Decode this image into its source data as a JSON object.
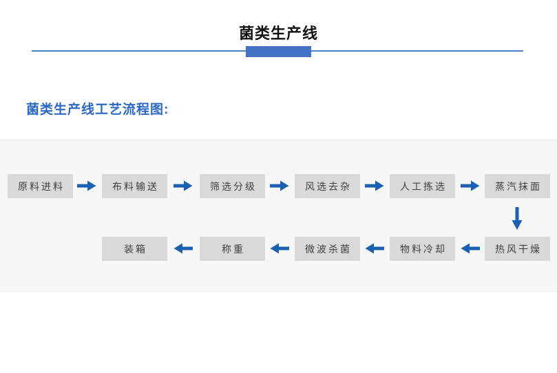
{
  "page": {
    "title": "菌类生产线",
    "subtitle": "菌类生产线工艺流程图:"
  },
  "colors": {
    "accent_blue": "#2c69c5",
    "arrow_blue": "#1c60b4",
    "divider_blue": "#4f81c7",
    "divider_bar_blue": "#4472c4",
    "node_bg": "#d9d9d9",
    "node_text": "#3f3f3f",
    "flow_bg": "#f7f7f7"
  },
  "flow": {
    "row1": [
      {
        "label": "原料进料"
      },
      {
        "label": "布料输送"
      },
      {
        "label": "筛选分级"
      },
      {
        "label": "风选去杂"
      },
      {
        "label": "人工拣选"
      },
      {
        "label": "蒸汽抹面"
      }
    ],
    "row2": [
      {
        "label": "装箱"
      },
      {
        "label": "称重"
      },
      {
        "label": "微波杀菌"
      },
      {
        "label": "物料冷却"
      },
      {
        "label": "热风干燥"
      }
    ]
  }
}
